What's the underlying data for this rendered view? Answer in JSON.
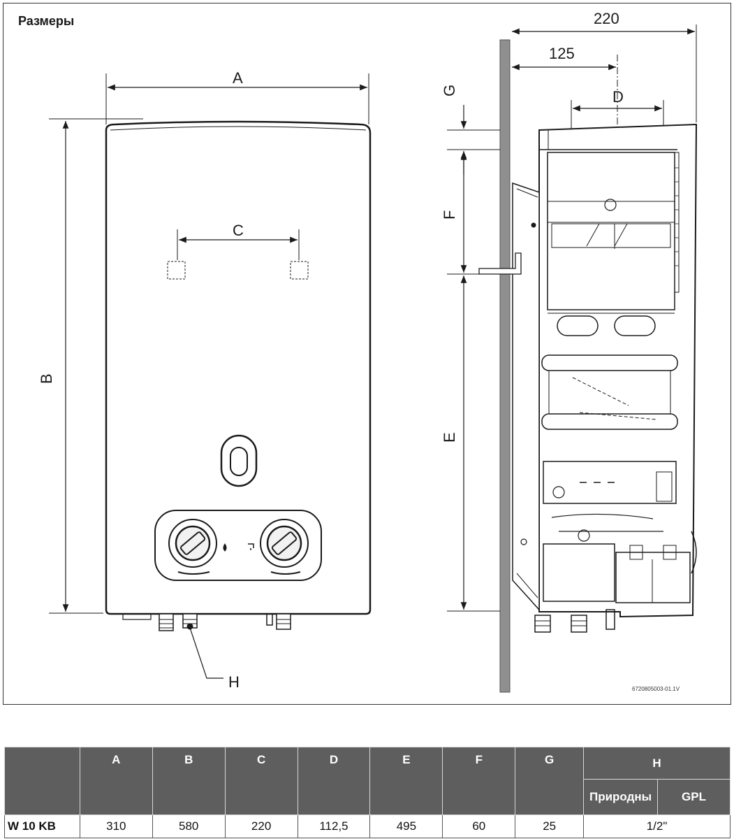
{
  "section_title": "Размеры",
  "drawing": {
    "front_labels": {
      "a": "A",
      "b": "B",
      "c": "C",
      "h": "H"
    },
    "side_labels": {
      "dim_220": "220",
      "dim_125": "125",
      "d": "D",
      "g": "G",
      "f": "F",
      "e": "E"
    },
    "reference": "6720805003-01.1V"
  },
  "table": {
    "headers": [
      "A",
      "B",
      "C",
      "D",
      "E",
      "F",
      "G",
      "H"
    ],
    "h_subheaders": [
      "Природны",
      "GPL"
    ],
    "rows": [
      {
        "model": "W 10 KB",
        "values": [
          "310",
          "580",
          "220",
          "112,5",
          "495",
          "60",
          "25",
          "1/2\""
        ]
      }
    ]
  }
}
